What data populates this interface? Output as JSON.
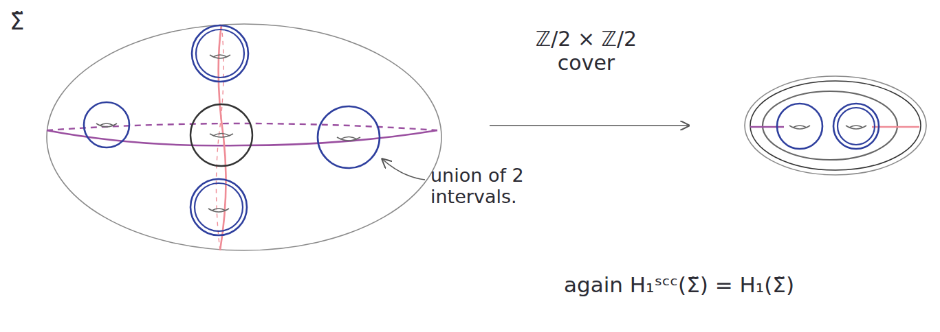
{
  "diagram": {
    "labels": [
      "Σ̃",
      "ℤ/2 × ℤ/2 cover",
      "union of 2 intervals.",
      "again H₁ˢᶜᶜ(Σ̃) = H₁(Σ̃)"
    ]
  }
}
